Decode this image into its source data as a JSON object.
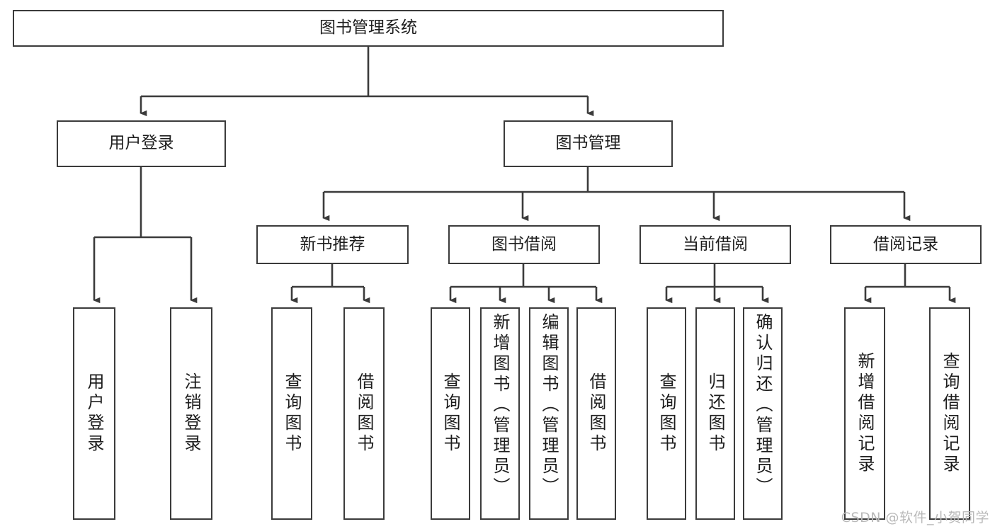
{
  "diagram": {
    "title": "图书管理系统",
    "type": "tree-hierarchy",
    "watermark": "CSDN @软件_小贺同学",
    "stroke_color": "#3b3b3b",
    "fill_color": "#ffffff",
    "text_color": "#1d1d1d",
    "watermark_color": "#b9b9b9"
  },
  "nodes": {
    "root": {
      "label": "图书管理系统"
    },
    "level2": [
      {
        "id": "user-login",
        "label": "用户登录"
      },
      {
        "id": "book-manage",
        "label": "图书管理"
      }
    ],
    "level3": [
      {
        "id": "new-book-rec",
        "label": "新书推荐"
      },
      {
        "id": "book-borrow",
        "label": "图书借阅"
      },
      {
        "id": "current-borrow",
        "label": "当前借阅"
      },
      {
        "id": "borrow-record",
        "label": "借阅记录"
      }
    ],
    "leaves": {
      "user_login": [
        {
          "id": "leaf-user-login",
          "label": "用户登录"
        },
        {
          "id": "leaf-logout",
          "label": "注销登录"
        }
      ],
      "new_book_rec": [
        {
          "id": "leaf-query-book-1",
          "label": "查询图书"
        },
        {
          "id": "leaf-borrow-book-1",
          "label": "借阅图书"
        }
      ],
      "book_borrow": [
        {
          "id": "leaf-query-book-2",
          "label": "查询图书"
        },
        {
          "id": "leaf-add-book",
          "label": "新增图书（管理员）"
        },
        {
          "id": "leaf-edit-book",
          "label": "编辑图书（管理员）"
        },
        {
          "id": "leaf-borrow-book-2",
          "label": "借阅图书"
        }
      ],
      "current_borrow": [
        {
          "id": "leaf-query-book-3",
          "label": "查询图书"
        },
        {
          "id": "leaf-return-book",
          "label": "归还图书"
        },
        {
          "id": "leaf-confirm-return",
          "label": "确认归还（管理员）"
        }
      ],
      "borrow_record": [
        {
          "id": "leaf-add-record",
          "label": "新增借阅记录"
        },
        {
          "id": "leaf-query-record",
          "label": "查询借阅记录"
        }
      ]
    }
  }
}
